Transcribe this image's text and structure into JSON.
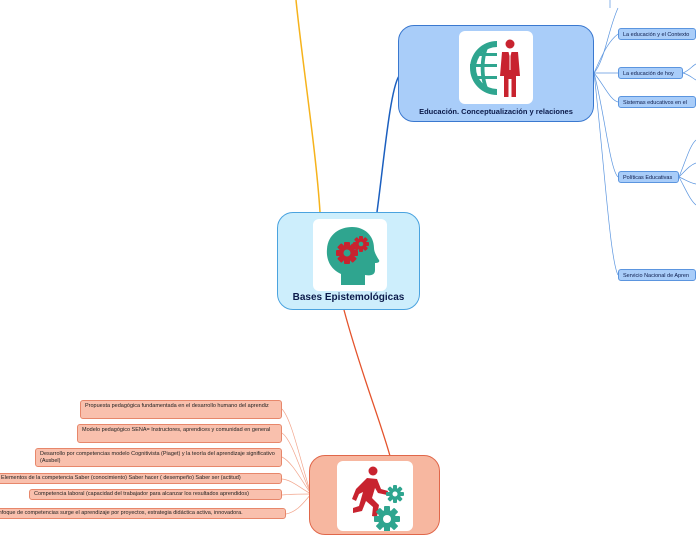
{
  "central": {
    "title": "Bases Epistemológicas",
    "icon": "head-gears-icon",
    "color": "#cdeefc"
  },
  "branches": {
    "education": {
      "title": "Educación. Conceptualización y relaciones",
      "icon": "globe-businessman-icon",
      "color": "#a9cdf9",
      "topics": [
        "La educación y el Contexto",
        "La educación de hoy",
        "Sistemas educativos en el",
        "Políticas Educativas",
        "Servicio Nacional de Apren"
      ]
    },
    "competencies": {
      "icon": "runner-gears-icon",
      "color": "#f7b7a0",
      "items": [
        "Propuesta pedagógica fundamentada en el desarrollo humano del aprendiz",
        "Modelo pedagógico SENA= Instructores, aprendices y comunidad en general",
        "Desarrollo por competencias modelo Cognitivista (Piaget) y la teoría del aprendizaje significativo (Ausbel)",
        "Elementos de la competencia  Saber (conocimiento) Saber hacer ( desempeño) Saber ser (actitud)",
        "Competencia laboral (capacidad del trabajador para alcanzar los resultados aprendidos)",
        "Enfoque de competencias surge el aprendizaje por proyectos, estrategia didáctica activa, innovadora."
      ]
    }
  }
}
